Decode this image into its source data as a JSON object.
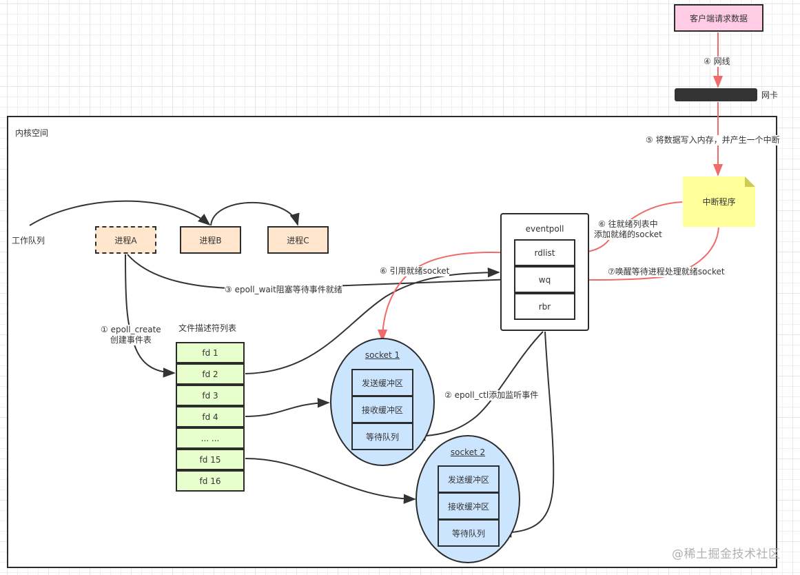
{
  "client": {
    "label": "客户端请求数据"
  },
  "network": {
    "wire_label": "④ 网线",
    "nic_label": "网卡",
    "write_label": "⑤ 将数据写入内存，并产生一个中断"
  },
  "kernel": {
    "title": "内核空间",
    "work_queue_label": "工作队列",
    "processes": [
      {
        "name": "进程A",
        "state": "blocked"
      },
      {
        "name": "进程B",
        "state": "queued"
      },
      {
        "name": "进程C",
        "state": "queued"
      }
    ],
    "interrupt": {
      "label": "中断程序"
    },
    "eventpoll": {
      "title": "eventpoll",
      "fields": [
        "rdlist",
        "wq",
        "rbr"
      ]
    },
    "fd_table": {
      "title": "文件描述符列表",
      "rows": [
        "fd 1",
        "fd 2",
        "fd 3",
        "fd 4",
        "... ...",
        "fd 15",
        "fd 16"
      ]
    },
    "sockets": [
      {
        "title": "socket 1",
        "fields": [
          "发送缓冲区",
          "接收缓冲区",
          "等待队列"
        ]
      },
      {
        "title": "socket 2",
        "fields": [
          "发送缓冲区",
          "接收缓冲区",
          "等待队列"
        ]
      }
    ],
    "steps": {
      "step1_line1": "① epoll_create",
      "step1_line2": "创建事件表",
      "step2": "② epoll_ctl添加监听事件",
      "step3": "③ epoll_wait阻塞等待事件就绪",
      "step6a_line1": "⑥ 往就绪列表中",
      "step6a_line2": "添加就绪的socket",
      "step6b": "⑥ 引用就绪socket",
      "step7": "⑦唤醒等待进程处理就绪socket"
    }
  },
  "colors": {
    "client_fill": "#ffcce6",
    "process_fill": "#ffe6cc",
    "interrupt_fill": "#ffff99",
    "fd_fill": "#e6ffcc",
    "socket_fill": "#cce5ff",
    "red_arrow": "#f06a6a",
    "dark_arrow": "#333333"
  },
  "watermark": "@稀土掘金技术社区"
}
